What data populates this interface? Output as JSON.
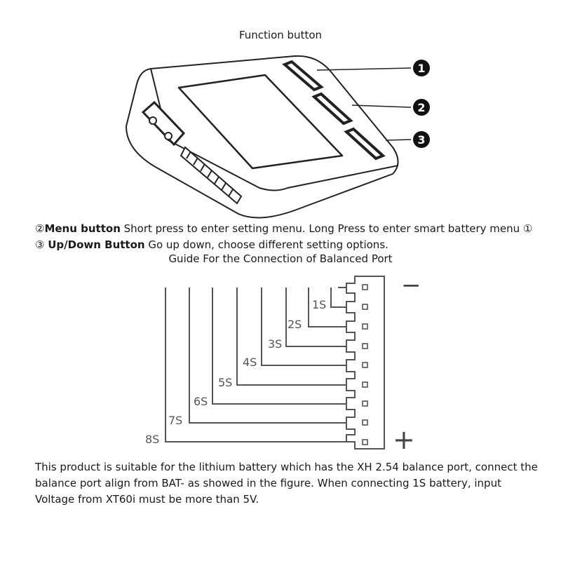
{
  "function_title": "Function button",
  "callouts": [
    "1",
    "2",
    "3"
  ],
  "menu_line": {
    "num_prefix": "②",
    "bold": "Menu button",
    "text": " Short press to enter setting menu. Long Press to enter smart battery menu ①"
  },
  "updown_line": {
    "num_prefix": "③ ",
    "bold": "Up/Down Button",
    "text": " Go up down, choose different setting options."
  },
  "guide_title": "Guide For the Connection of Balanced Port",
  "series_labels": [
    "1S",
    "2S",
    "3S",
    "4S",
    "5S",
    "6S",
    "7S",
    "8S"
  ],
  "polarity": {
    "negative": "−",
    "positive": "+"
  },
  "description": "This product is suitable for the lithium battery which has the XH 2.54 balance port, connect the balance port align from BAT- as showed in the figure. When connecting 1S battery, input Voltage from XT60i must be more than 5V."
}
